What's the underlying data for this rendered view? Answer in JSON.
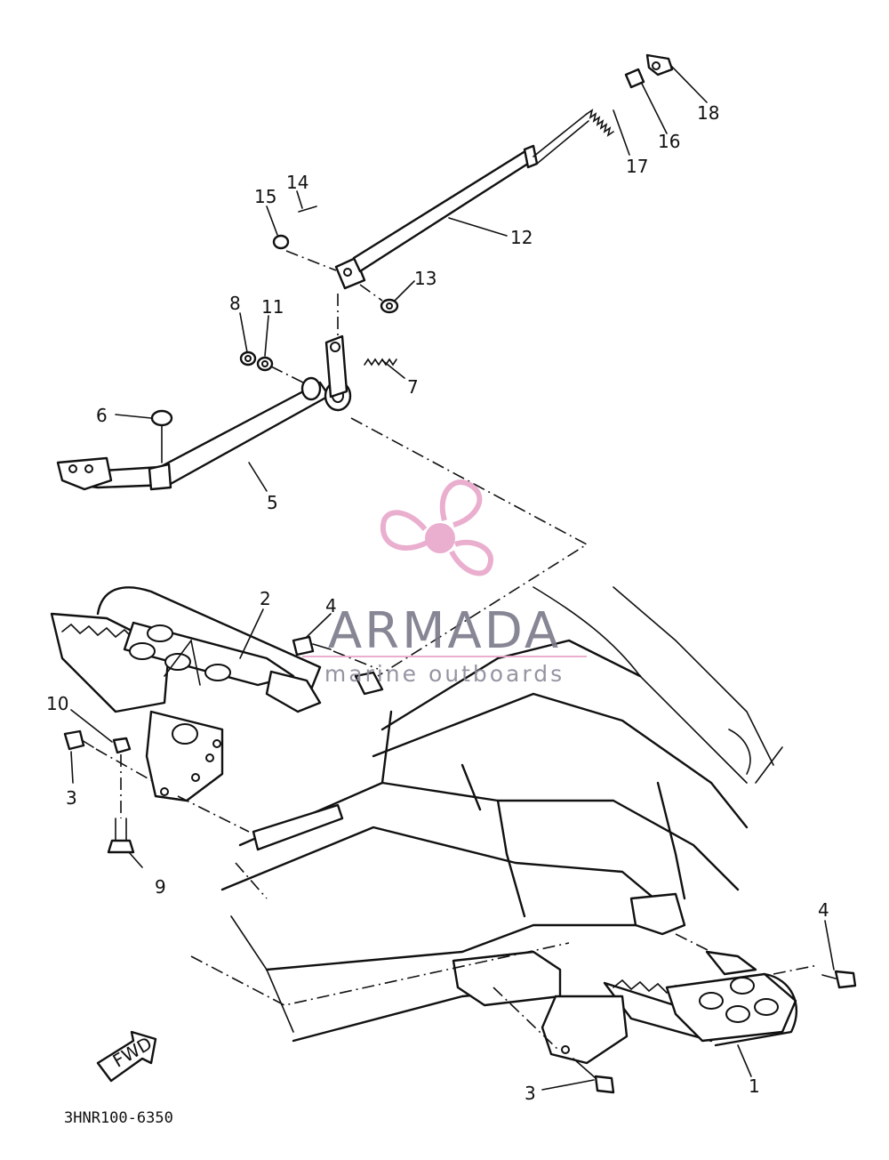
{
  "diagram_code": "3HNR100-6350",
  "fwd_arrow_text": "FWD",
  "watermark": {
    "brand": "ARMADA",
    "tagline": "marine outboards",
    "accent_color": "#e8a6c9",
    "text_color": "#7a7a8a"
  },
  "callouts": [
    "1",
    "2",
    "3",
    "3",
    "4",
    "4",
    "5",
    "6",
    "7",
    "8",
    "9",
    "10",
    "11",
    "12",
    "13",
    "14",
    "15",
    "16",
    "17",
    "18"
  ]
}
